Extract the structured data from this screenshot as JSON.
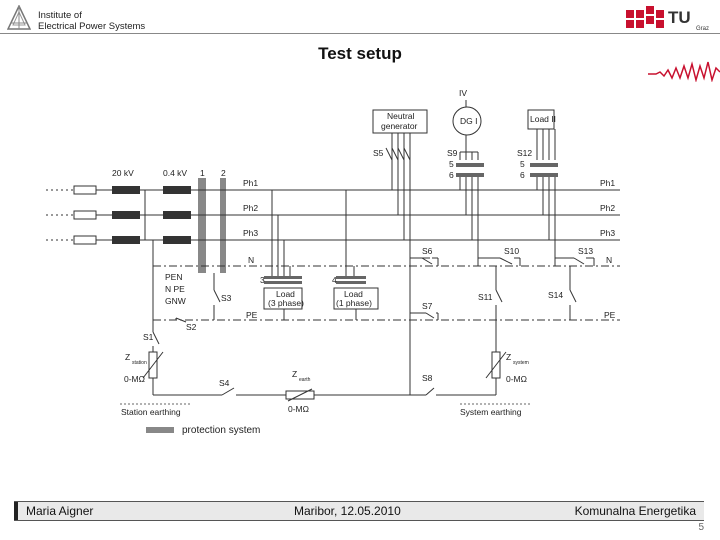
{
  "header": {
    "institute_line1": "Institute of",
    "institute_line2": "Electrical Power Systems",
    "logo_tu": "TU",
    "logo_graz": "Graz"
  },
  "slide": {
    "title": "Test setup"
  },
  "diagram": {
    "label_iv": "IV",
    "neutral_gen_line1": "Neutral",
    "neutral_gen_line2": "generator",
    "dg": "DG I",
    "load2": "Load II",
    "s5": "S5",
    "s9": "S9",
    "s9_5": "5",
    "s9_6": "6",
    "s12": "S12",
    "s12_5": "5",
    "s12_6": "6",
    "kv20": "20 kV",
    "kv04": "0.4 kV",
    "n1": "1",
    "n2": "2",
    "ph1": "Ph1",
    "ph2": "Ph2",
    "ph3": "Ph3",
    "ph1_r": "Ph1",
    "ph2_r": "Ph2",
    "ph3_r": "Ph3",
    "n": "N",
    "n_r": "N",
    "s6": "S6",
    "s10": "S10",
    "s13": "S13",
    "n3": "3",
    "n4": "4",
    "load3_line1": "Load",
    "load3_line2": "(3 phase)",
    "load1_line1": "Load",
    "load1_line2": "(1 phase)",
    "pen": "PEN",
    "npe": "N PE",
    "gnw": "GNW",
    "s3": "S3",
    "s7": "S7",
    "s11": "S11",
    "s14": "S14",
    "pe": "PE",
    "pe_r": "PE",
    "s1": "S1",
    "s2": "S2",
    "z_station": "Z",
    "z_station_sub": "station",
    "range_station": "0-MΩ",
    "s4": "S4",
    "z_earth": "Z",
    "z_earth_sub": "earth",
    "range_earth": "0-MΩ",
    "s8": "S8",
    "z_system": "Z",
    "z_system_sub": "system",
    "range_system": "0-MΩ",
    "station_earthing": "Station earthing",
    "system_earthing": "System earthing",
    "protection_system": "protection system"
  },
  "footer": {
    "author": "Maria Aigner",
    "date_place": "Maribor, 12.05.2010",
    "course": "Komunalna Energetika",
    "page": "5"
  },
  "colors": {
    "brand_red": "#c8102e",
    "bus_gray": "#888888",
    "footer_bg": "#e9e9e9"
  }
}
